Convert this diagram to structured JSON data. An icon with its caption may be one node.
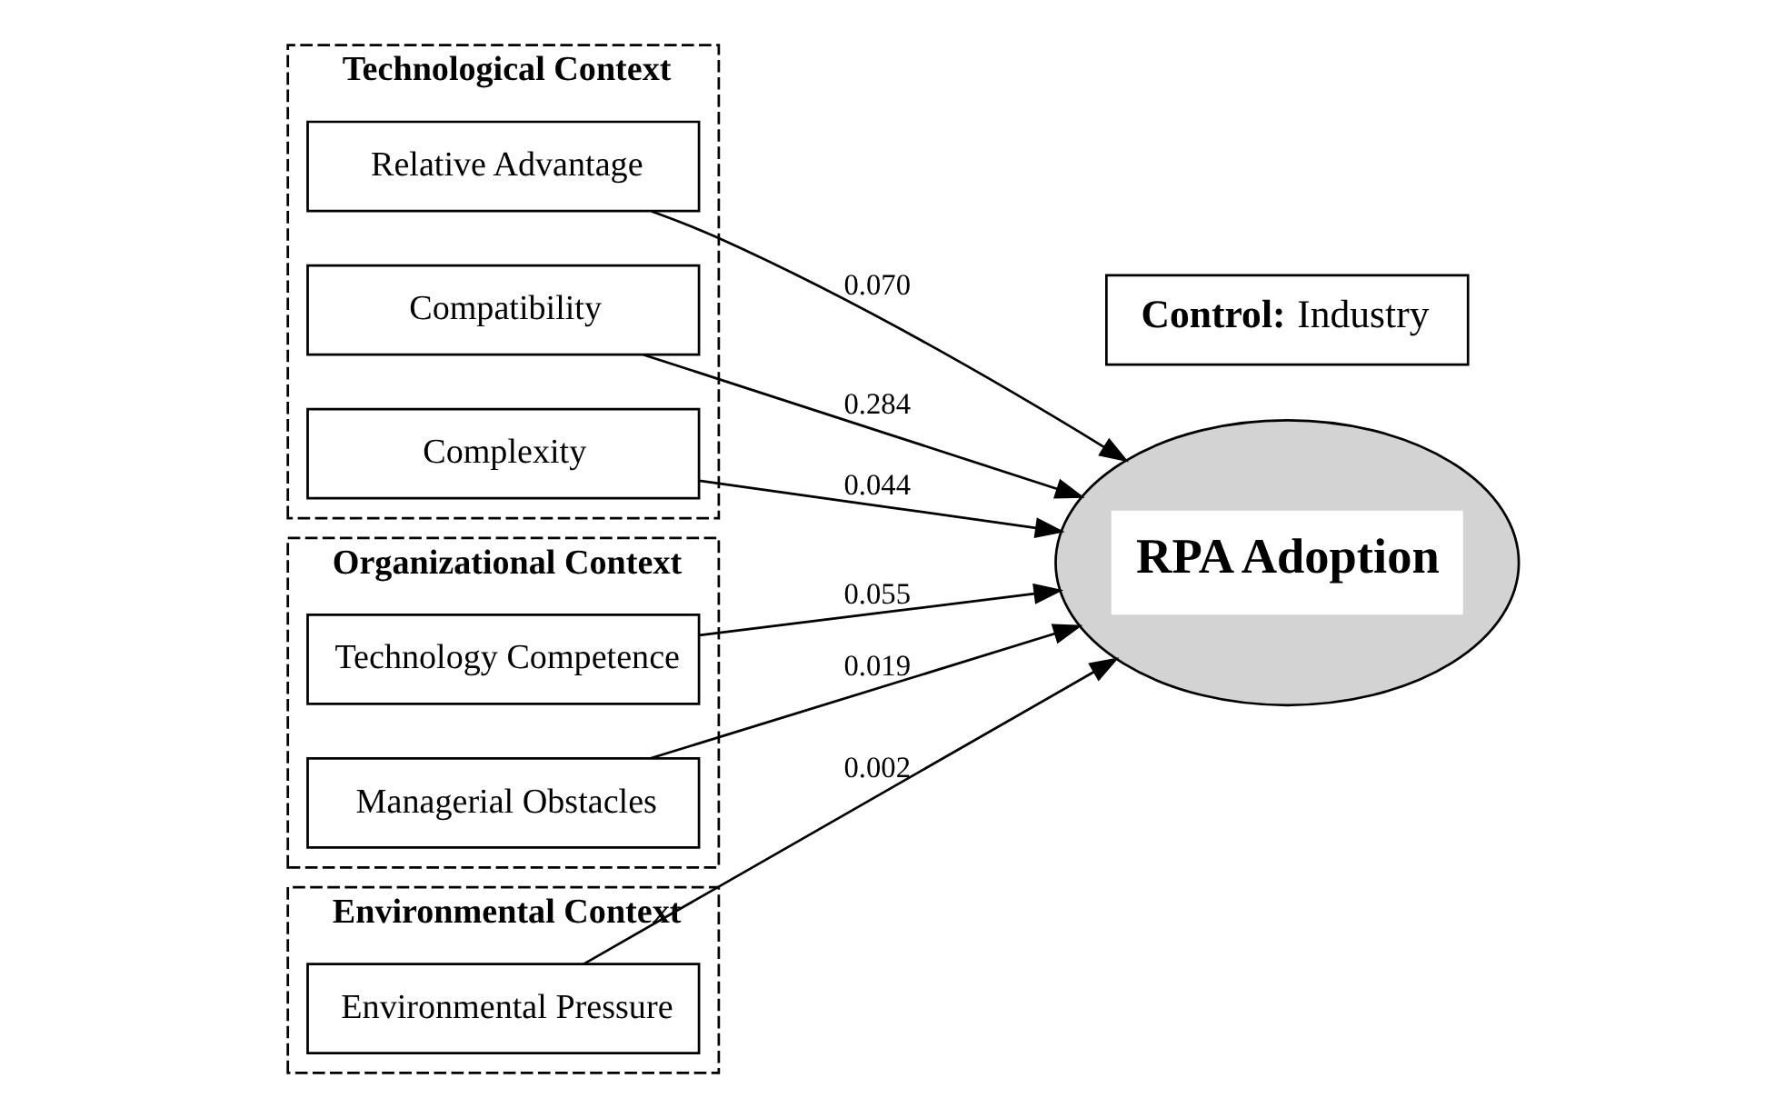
{
  "diagram": {
    "nodes": [
      {
        "text": [
          "Technological Context"
        ]
      },
      {
        "text": [
          "Relative Advantage"
        ],
        "in": 0
      },
      {
        "text": [
          "Compatibility"
        ],
        "in": 0
      },
      {
        "text": [
          "Complexity"
        ],
        "in": 0
      },
      {
        "text": [
          "Organizational Context"
        ]
      },
      {
        "text": [
          "Technology Competence"
        ],
        "in": 4
      },
      {
        "text": [
          "Managerial Obstacles"
        ],
        "in": 4
      },
      {
        "text": [
          "Environmental Context"
        ]
      },
      {
        "text": [
          "Environmental Pressure"
        ],
        "in": 7
      },
      {
        "text": [
          "RPA Adoption"
        ]
      },
      {
        "text": [
          "**Control:** Industry"
        ]
      }
    ],
    "edges": [
      {
        "from": 1,
        "to": 9,
        "arrow": "to",
        "label": "0.070"
      },
      {
        "from": 2,
        "to": 9,
        "arrow": "to",
        "label": "0.284"
      },
      {
        "from": 3,
        "to": 9,
        "arrow": "to",
        "label": "0.044"
      },
      {
        "from": 5,
        "to": 9,
        "arrow": "to",
        "label": "0.055"
      },
      {
        "from": 6,
        "to": 9,
        "arrow": "to",
        "label": "0.019"
      },
      {
        "from": 8,
        "to": 9,
        "arrow": "to",
        "label": "0.002"
      }
    ]
  }
}
